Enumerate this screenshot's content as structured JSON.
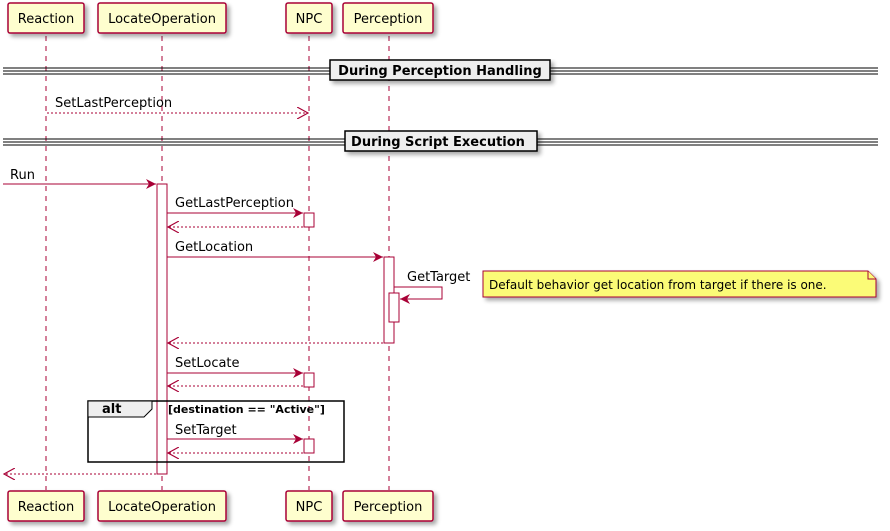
{
  "participants": [
    {
      "id": "reaction",
      "label": "Reaction"
    },
    {
      "id": "locate",
      "label": "LocateOperation"
    },
    {
      "id": "npc",
      "label": "NPC"
    },
    {
      "id": "perception",
      "label": "Perception"
    }
  ],
  "dividers": {
    "perception_handling": "During Perception Handling",
    "script_execution": "During Script Execution"
  },
  "messages": {
    "set_last_perception": "SetLastPerception",
    "run": "Run",
    "get_last_perception": "GetLastPerception",
    "get_location": "GetLocation",
    "get_target": "GetTarget",
    "set_locate": "SetLocate",
    "set_target": "SetTarget"
  },
  "alt": {
    "keyword": "alt",
    "condition": "[destination == \"Active\"]"
  },
  "note": "Default behavior get location from target if there is one.",
  "colors": {
    "participant_fill": "#FEFECE",
    "participant_border": "#A80036",
    "arrow": "#A80036",
    "note_fill": "#FBFB77"
  }
}
